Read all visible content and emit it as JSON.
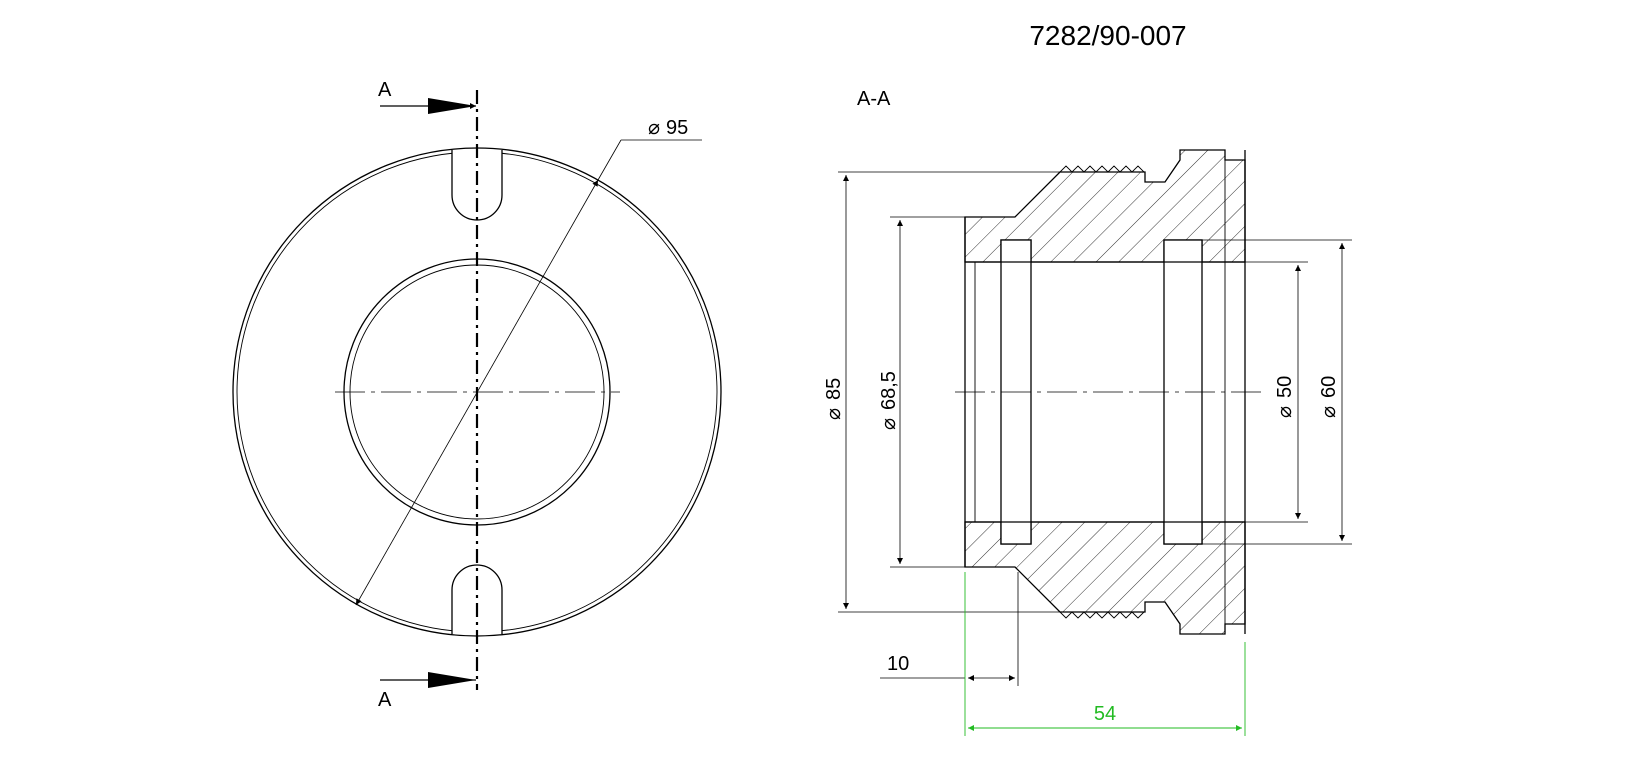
{
  "drawing": {
    "number": "7282/90-007",
    "section_label": "A-A",
    "cut_mark_top": "A",
    "cut_mark_bottom": "A"
  },
  "dimensions": {
    "outer_diameter": "95",
    "thread_diameter": "85",
    "bore_diameter": "68,5",
    "inner_diameter": "50",
    "hub_diameter": "60",
    "recess_depth": "10",
    "overall_length": "54"
  },
  "colors": {
    "line": "#000000",
    "highlight_dimension": "#22bb22"
  }
}
